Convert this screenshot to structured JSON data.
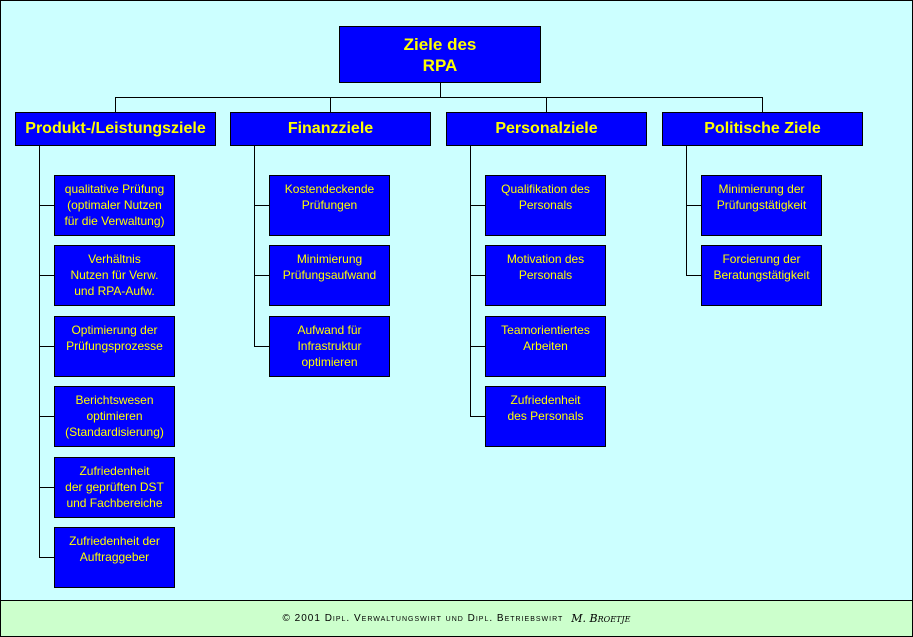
{
  "root": "Ziele des\nRPA",
  "categories": [
    {
      "label": "Produkt-/Leistungsziele",
      "items": [
        "qualitative Prüfung\n(optimaler Nutzen\nfür die Verwaltung)",
        "Verhältnis\nNutzen für Verw.\nund RPA-Aufw.",
        "Optimierung der\nPrüfungsprozesse",
        "Berichtswesen\noptimieren\n(Standardisierung)",
        "Zufriedenheit\nder geprüften DST\nund Fachbereiche",
        "Zufriedenheit der\nAuftraggeber"
      ]
    },
    {
      "label": "Finanzziele",
      "items": [
        "Kostendeckende\nPrüfungen",
        "Minimierung\nPrüfungsaufwand",
        "Aufwand für\nInfrastruktur\noptimieren"
      ]
    },
    {
      "label": "Personalziele",
      "items": [
        "Qualifikation des\nPersonals",
        "Motivation des\nPersonals",
        "Teamorientiertes\nArbeiten",
        "Zufriedenheit\ndes Personals"
      ]
    },
    {
      "label": "Politische Ziele",
      "items": [
        "Minimierung der\nPrüfungstätigkeit",
        "Forcierung der\nBeratungstätigkeit"
      ]
    }
  ],
  "footer": {
    "text": "© 2001 Dipl. Verwaltungswirt und Dipl. Betriebswirt",
    "signature": "M. Broetje"
  }
}
